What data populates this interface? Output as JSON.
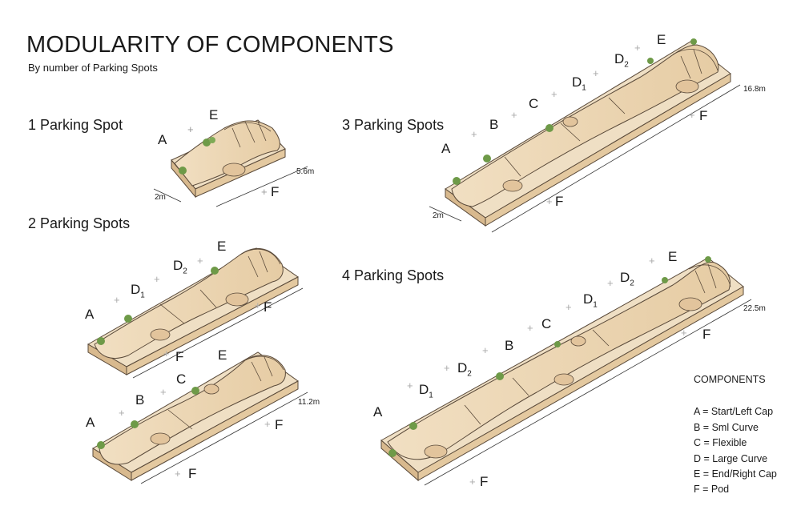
{
  "header": {
    "title": "MODULARITY OF COMPONENTS",
    "subtitle": "By number of Parking Spots"
  },
  "sections": {
    "one": {
      "title": "1 Parking Spot",
      "labels": [
        "A",
        "E",
        "F"
      ],
      "dims": [
        "2m",
        "5.6m"
      ]
    },
    "two": {
      "title": "2 Parking Spots",
      "labels": [
        "A",
        "D",
        "1",
        "D",
        "2",
        "E",
        "F"
      ]
    },
    "two_b": {
      "labels": [
        "A",
        "B",
        "C",
        "E",
        "F"
      ],
      "dims": [
        "11.2m"
      ]
    },
    "three": {
      "title": "3 Parking Spots",
      "labels": [
        "A",
        "B",
        "C",
        "D",
        "1",
        "D",
        "2",
        "E",
        "F",
        "F"
      ],
      "dims": [
        "2m",
        "16.8m"
      ]
    },
    "four": {
      "title": "4 Parking Spots",
      "labels": [
        "A",
        "D",
        "1",
        "D",
        "2",
        "B",
        "C",
        "D",
        "1",
        "D",
        "2",
        "E",
        "F"
      ],
      "dims": [
        "22.5m"
      ]
    }
  },
  "legend": {
    "title": "COMPONENTS",
    "items": [
      "A = Start/Left Cap",
      "B = Sml Curve",
      "C = Flexible",
      "D = Large Curve",
      "E = End/Right Cap",
      "F = Pod"
    ]
  },
  "colors": {
    "sand": "#e9d2ae",
    "sand_dark": "#d8b98e",
    "plank": "#efdfc4",
    "line": "#5a4a3a",
    "plant": "#6e9a48"
  }
}
